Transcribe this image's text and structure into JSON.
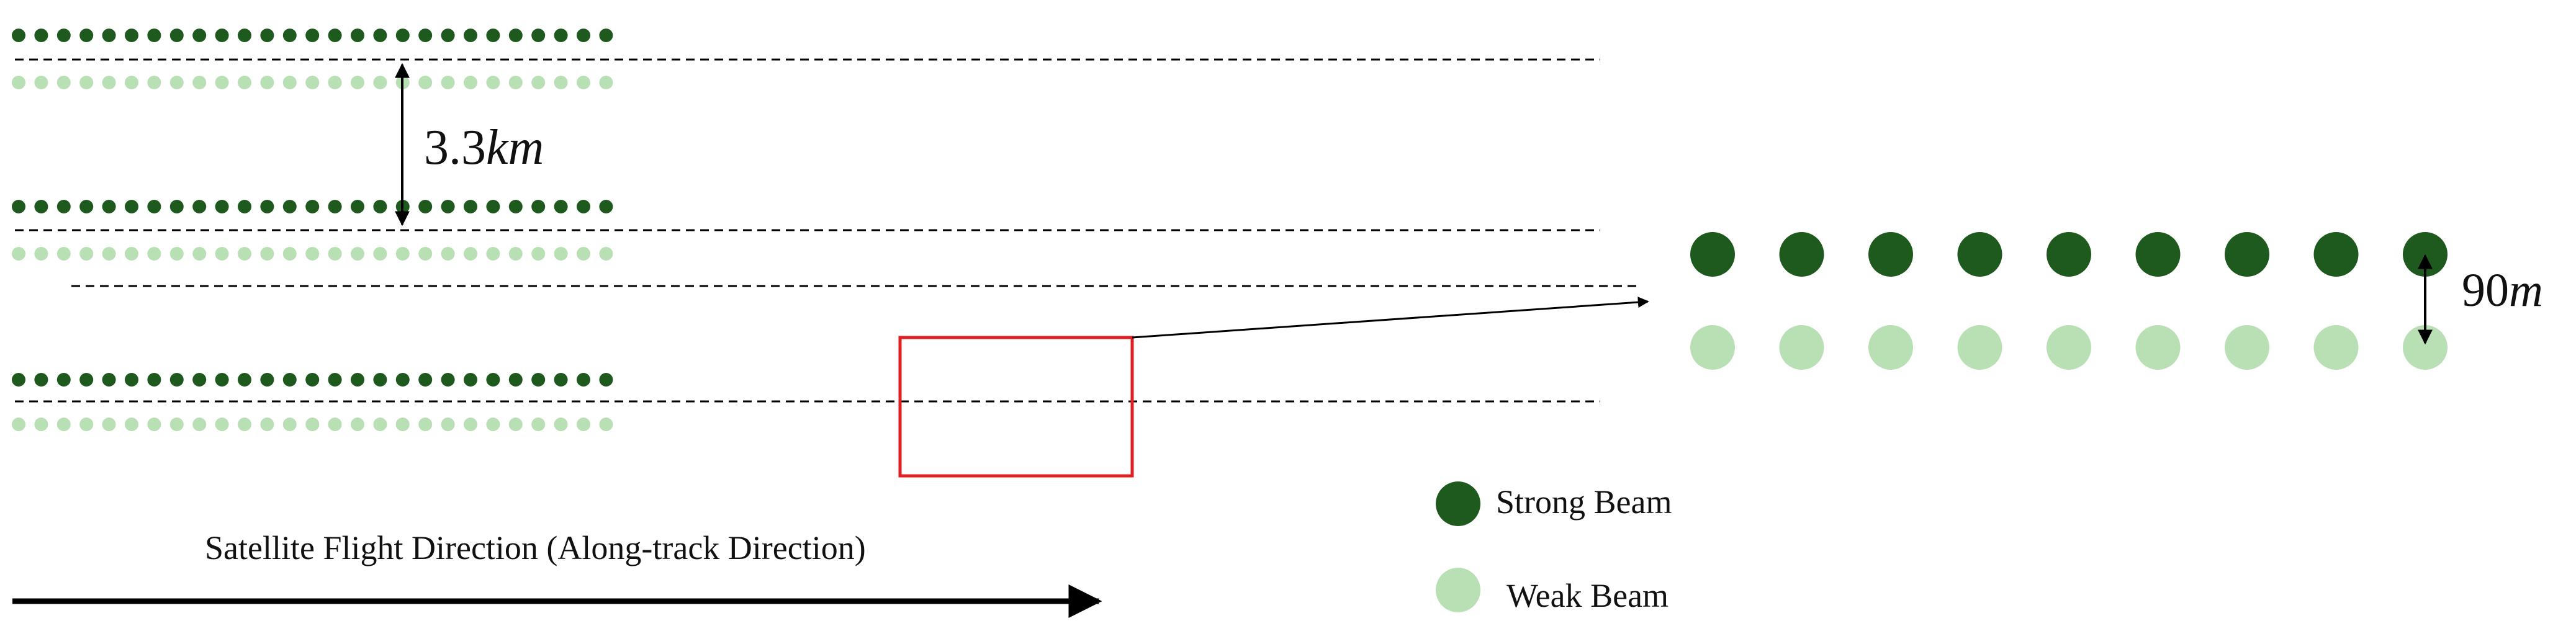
{
  "diagram": {
    "dimensions": {
      "pair_spacing": {
        "value": "3.3",
        "unit": "km"
      },
      "beam_spacing": {
        "value": "90",
        "unit": "m"
      }
    },
    "legend": [
      {
        "label": "Strong Beam",
        "color": "#1e5a1e"
      },
      {
        "label": "Weak Beam",
        "color": "#b9e0b4"
      }
    ],
    "direction_label": "Satellite Flight Direction (Along-track Direction)",
    "colors": {
      "strong": "#1e5a1e",
      "weak": "#b9e0b4",
      "highlight": "#e02020",
      "line": "#000000"
    }
  }
}
